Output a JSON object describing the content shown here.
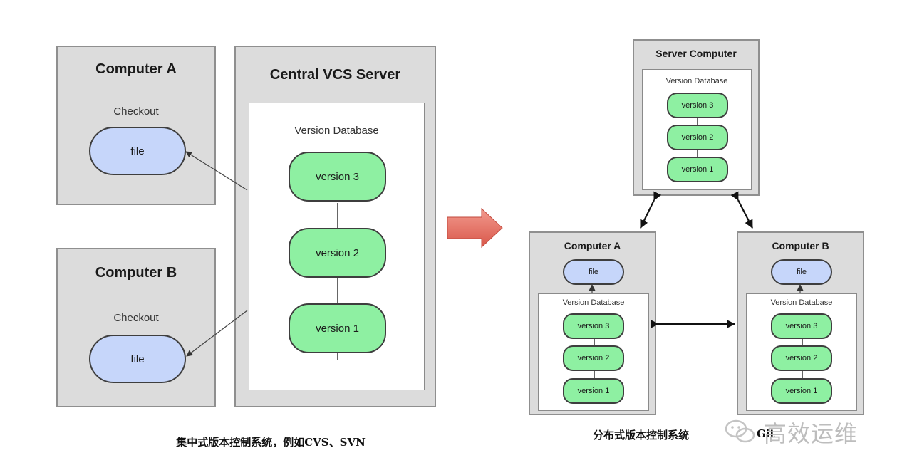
{
  "centralized": {
    "computer_a": {
      "title": "Computer A",
      "checkout_label": "Checkout",
      "file_label": "file"
    },
    "computer_b": {
      "title": "Computer B",
      "checkout_label": "Checkout",
      "file_label": "file"
    },
    "server": {
      "title": "Central VCS Server",
      "database_label": "Version Database",
      "versions": [
        "version 3",
        "version 2",
        "version 1"
      ]
    },
    "caption": "集中式版本控制系统，例如CVS、SVN"
  },
  "distributed": {
    "server": {
      "title": "Server Computer",
      "database_label": "Version Database",
      "versions": [
        "version 3",
        "version 2",
        "version 1"
      ]
    },
    "computer_a": {
      "title": "Computer A",
      "file_label": "file",
      "database_label": "Version Database",
      "versions": [
        "version 3",
        "version 2",
        "version 1"
      ]
    },
    "computer_b": {
      "title": "Computer B",
      "file_label": "file",
      "database_label": "Version Database",
      "versions": [
        "version 3",
        "version 2",
        "version 1"
      ]
    },
    "caption_left": "分布式版本控制系统",
    "caption_right": "Git"
  },
  "watermark": "高效运维",
  "colors": {
    "box_fill": "#dcdcdc",
    "version_fill": "#8ef0a2",
    "file_fill": "#c6d6fa",
    "arrow_fill": "#e8756a"
  }
}
